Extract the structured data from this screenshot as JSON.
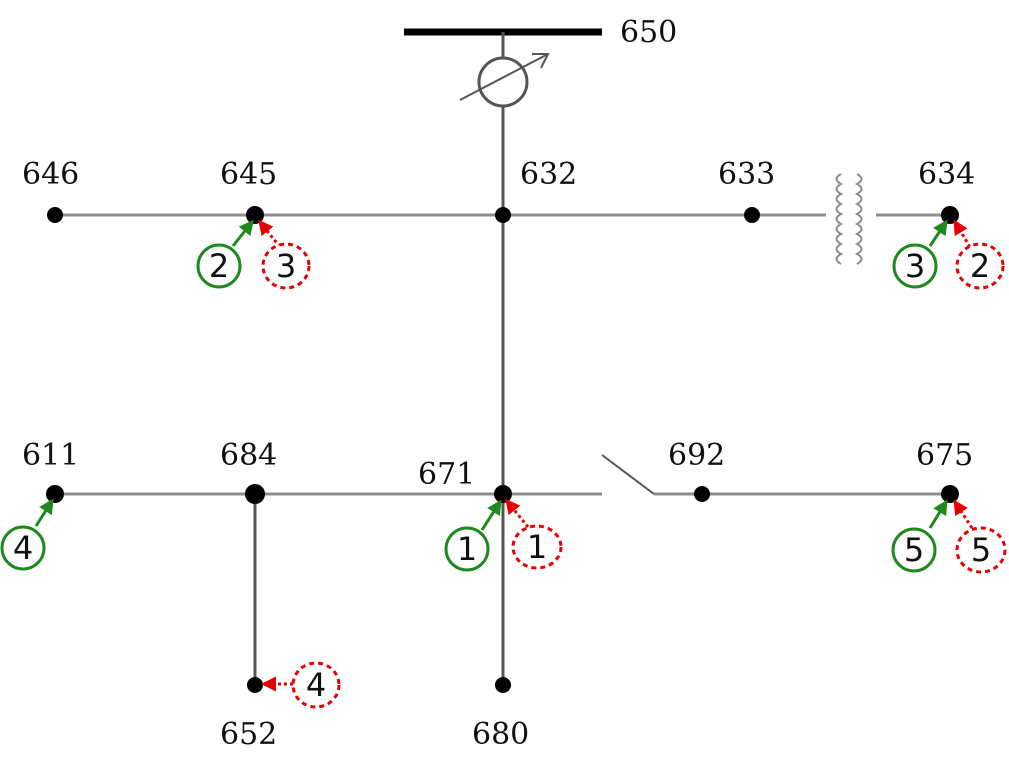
{
  "colors": {
    "line": "#8c8c8c",
    "node": "#000000",
    "green_marker": "#1e8a1e",
    "red_marker": "#e60000"
  },
  "buses": {
    "b650": "650",
    "b646": "646",
    "b645": "645",
    "b632": "632",
    "b633": "633",
    "b634": "634",
    "b611": "611",
    "b684": "684",
    "b671": "671",
    "b692": "692",
    "b675": "675",
    "b652": "652",
    "b680": "680"
  },
  "green_markers": {
    "g671": "1",
    "g645": "2",
    "g634": "3",
    "g611": "4",
    "g675": "5"
  },
  "red_markers": {
    "r671": "1",
    "r634": "2",
    "r645": "3",
    "r652": "4",
    "r675": "5"
  },
  "icons": {
    "source": "regulator-icon",
    "transformer": "transformer-icon",
    "switch": "switch-icon"
  }
}
